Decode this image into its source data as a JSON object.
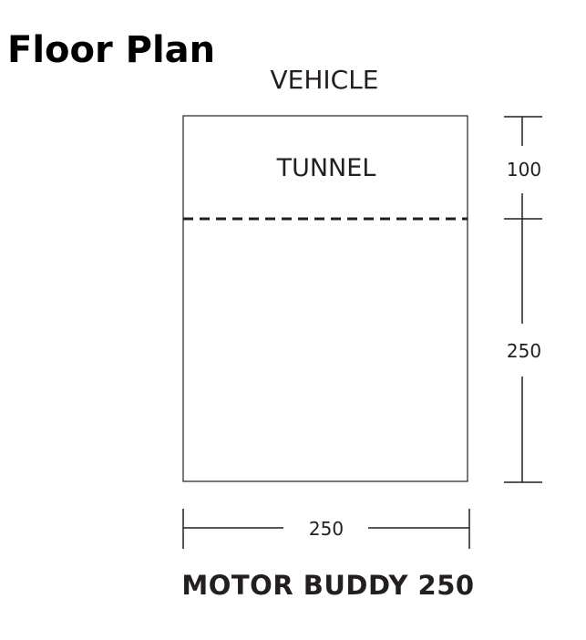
{
  "title": "Floor Plan",
  "labels": {
    "top": "VEHICLE",
    "upper_section": "TUNNEL"
  },
  "dimensions": {
    "tunnel_depth": "100",
    "main_depth": "250",
    "width": "250"
  },
  "product_name": "MOTOR BUDDY 250"
}
